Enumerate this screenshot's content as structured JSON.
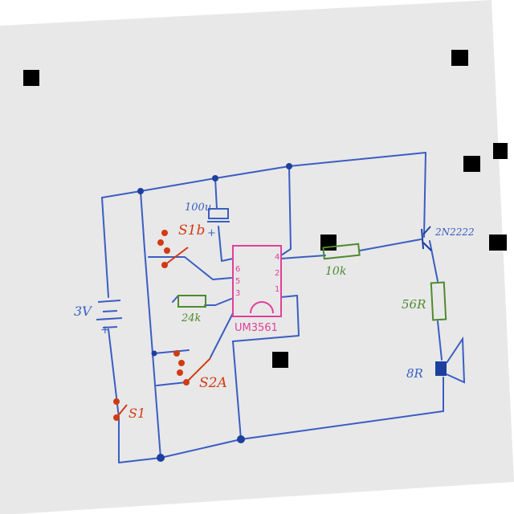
{
  "labels": {
    "battery_voltage": "3V",
    "switch_s1": "S1",
    "capacitor_value": "100u",
    "switch_s1b": "S1b",
    "resistor_r1": "24k",
    "ic_name": "UM3561",
    "switch_s2a": "S2A",
    "resistor_base": "10k",
    "transistor": "2N2222",
    "resistor_load": "56R",
    "speaker": "8R",
    "plus_cap": "+",
    "plus_batt": "+",
    "pin_6": "6",
    "pin_5": "5",
    "pin_3": "3",
    "pin_4": "4",
    "pin_2": "2",
    "pin_1": "1"
  },
  "colors": {
    "wire": "#3a5ec2",
    "node": "#1d3f9e",
    "switch": "#d23a12",
    "ic": "#e0409a",
    "resistor": "#4e8a2e",
    "capacitor": "#3a5ec2",
    "paper": "#e8e8e8",
    "marker": "#000000"
  }
}
